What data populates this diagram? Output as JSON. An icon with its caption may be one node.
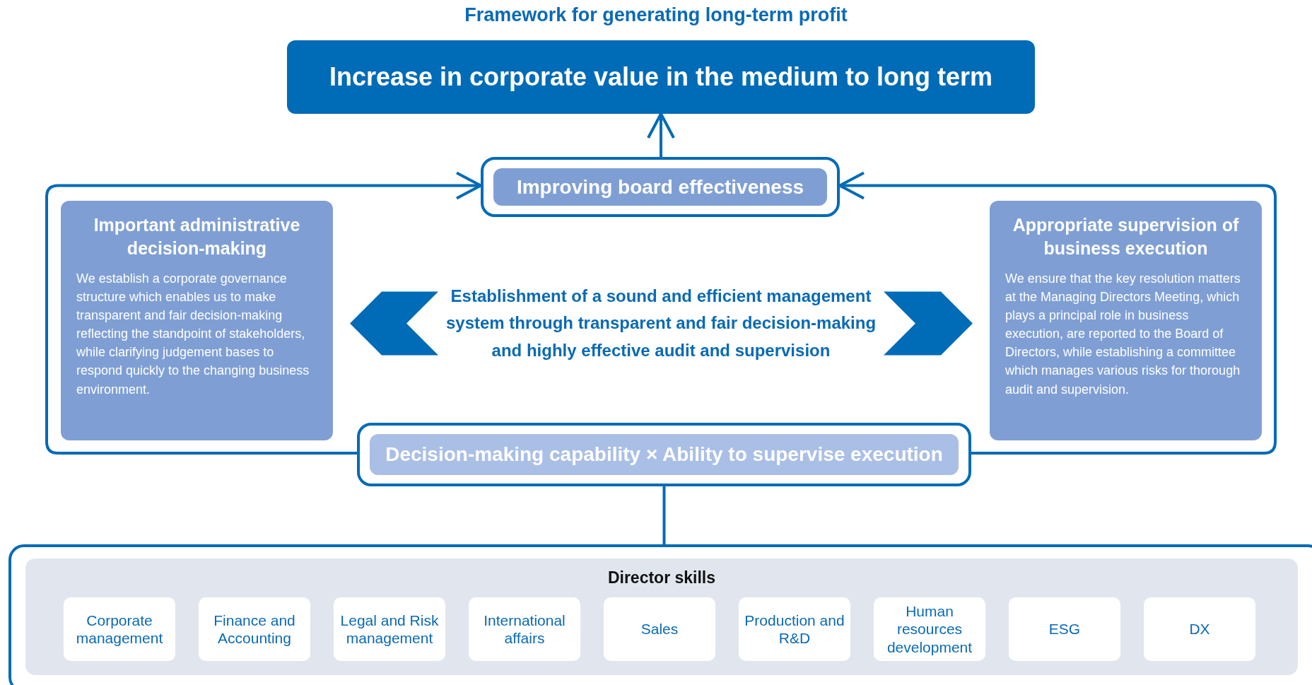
{
  "diagram": {
    "title": "Framework for generating long-term profit",
    "nodes": [
      {
        "text": [
          "Increase in corporate value in the medium to long term"
        ]
      },
      {
        "text": [
          "Improving board effectiveness"
        ]
      },
      {
        "text": [
          "Important administrative decision-making",
          "We establish a corporate governance structure which enables us to make transparent and fair decision-making reflecting the standpoint of stakeholders, while clarifying judgement bases to respond quickly to the changing business environment."
        ]
      },
      {
        "text": [
          "Establishment of a sound and efficient management system through transparent and fair decision-making and highly effective audit and supervision"
        ]
      },
      {
        "text": [
          "Appropriate supervision of business execution",
          "We ensure that the key resolution matters at the Managing Directors Meeting, which plays a principal role in business execution, are reported to the Board of Directors, while establishing a committee which manages various risks for thorough audit and supervision."
        ]
      },
      {
        "text": [
          "Decision-making capability × Ability to supervise execution"
        ]
      },
      {
        "text": [
          "Director skills"
        ]
      },
      {
        "text": [
          "Corporate management"
        ],
        "in": 6
      },
      {
        "text": [
          "Finance and Accounting"
        ],
        "in": 6
      },
      {
        "text": [
          "Legal and Risk management"
        ],
        "in": 6
      },
      {
        "text": [
          "International affairs"
        ],
        "in": 6
      },
      {
        "text": [
          "Sales"
        ],
        "in": 6
      },
      {
        "text": [
          "Production and R&D"
        ],
        "in": 6
      },
      {
        "text": [
          "Human resources development"
        ],
        "in": 6
      },
      {
        "text": [
          "ESG"
        ],
        "in": 6
      },
      {
        "text": [
          "DX"
        ],
        "in": 6
      }
    ],
    "edges": [
      {
        "from": 1,
        "to": 0,
        "arrow": "to"
      },
      {
        "from": 5,
        "to": 1,
        "arrow": "to"
      },
      {
        "from": 5,
        "to": 1,
        "arrow": "to"
      },
      {
        "from": 6,
        "to": 5,
        "arrow": "none"
      },
      {
        "from": 3,
        "to": 2,
        "arrow": "to",
        "style": "thick"
      },
      {
        "from": 3,
        "to": 4,
        "arrow": "to",
        "style": "thick"
      }
    ]
  }
}
